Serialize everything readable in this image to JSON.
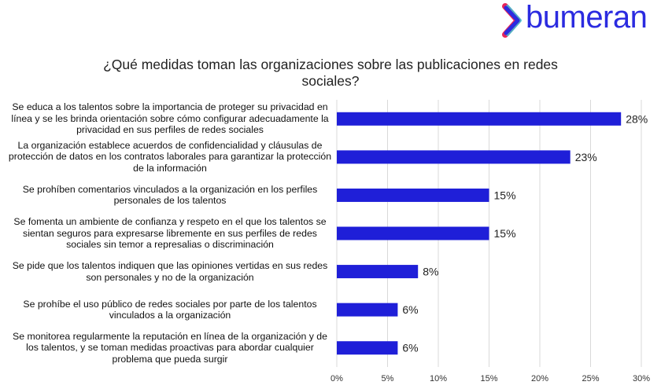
{
  "logo": {
    "text": "bumeran"
  },
  "chart_data": {
    "type": "bar",
    "orientation": "horizontal",
    "title": "¿Qué medidas toman las organizaciones sobre las publicaciones en redes sociales?",
    "categories": [
      "Se educa a los talentos sobre la importancia de proteger su privacidad en línea y se les brinda orientación sobre cómo configurar adecuadamente la privacidad en sus perfiles de redes sociales",
      "La organización establece acuerdos de confidencialidad y cláusulas de protección de datos en los contratos laborales para garantizar la protección de la información",
      "Se prohíben comentarios vinculados a la organización en los perfiles personales de los talentos",
      "Se fomenta un ambiente de confianza y respeto en el que los talentos se sientan seguros para expresarse libremente en sus perfiles de redes sociales sin temor a represalias o discriminación",
      "Se pide que los talentos indiquen que las opiniones vertidas en sus redes son personales y no de la organización",
      "Se prohíbe el uso público de redes sociales por parte de los talentos vinculados a la organización",
      "Se monitorea regularmente la reputación en línea de la organización y de los talentos, y se toman medidas proactivas para abordar cualquier problema que pueda surgir"
    ],
    "values": [
      28,
      23,
      15,
      15,
      8,
      6,
      6
    ],
    "data_labels": [
      "28%",
      "23%",
      "15%",
      "15%",
      "8%",
      "6%",
      "6%"
    ],
    "xlim": [
      0,
      30
    ],
    "x_ticks": [
      "0%",
      "5%",
      "10%",
      "15%",
      "20%",
      "25%",
      "30%"
    ],
    "grid": true,
    "bar_color": "#1f1fd8"
  }
}
